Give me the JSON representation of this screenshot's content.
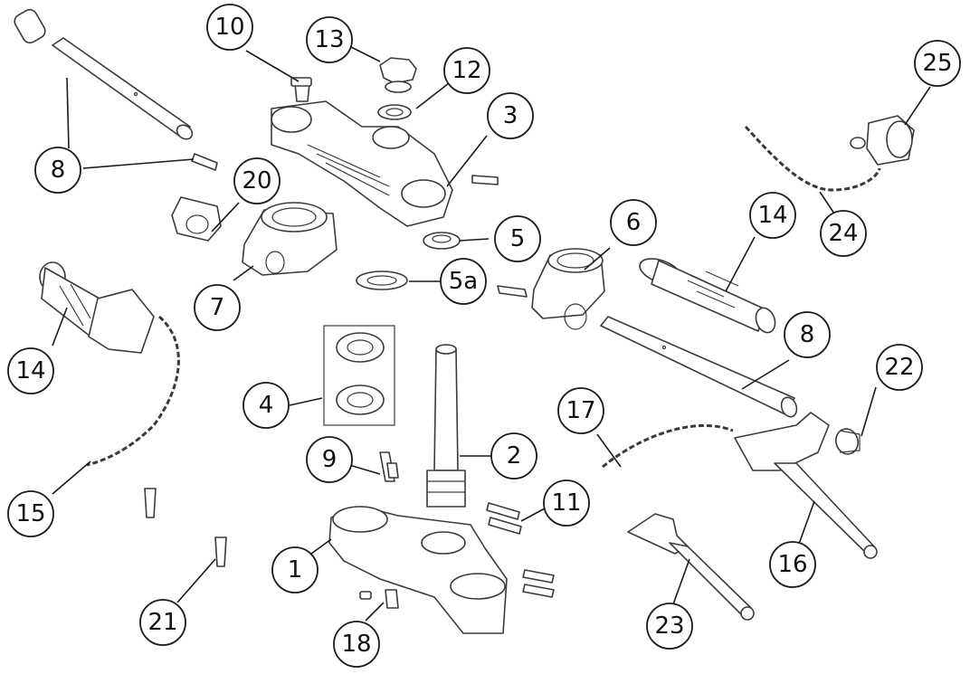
{
  "callouts": [
    {
      "id": "c1",
      "label": "1"
    },
    {
      "id": "c2",
      "label": "2"
    },
    {
      "id": "c3",
      "label": "3"
    },
    {
      "id": "c4",
      "label": "4"
    },
    {
      "id": "c5",
      "label": "5"
    },
    {
      "id": "c5a",
      "label": "5a"
    },
    {
      "id": "c6",
      "label": "6"
    },
    {
      "id": "c7",
      "label": "7"
    },
    {
      "id": "c8a",
      "label": "8"
    },
    {
      "id": "c8b",
      "label": "8"
    },
    {
      "id": "c9",
      "label": "9"
    },
    {
      "id": "c10",
      "label": "10"
    },
    {
      "id": "c11",
      "label": "11"
    },
    {
      "id": "c12",
      "label": "12"
    },
    {
      "id": "c13",
      "label": "13"
    },
    {
      "id": "c14a",
      "label": "14"
    },
    {
      "id": "c14b",
      "label": "14"
    },
    {
      "id": "c15",
      "label": "15"
    },
    {
      "id": "c16",
      "label": "16"
    },
    {
      "id": "c17",
      "label": "17"
    },
    {
      "id": "c18",
      "label": "18"
    },
    {
      "id": "c20",
      "label": "20"
    },
    {
      "id": "c21",
      "label": "21"
    },
    {
      "id": "c22",
      "label": "22"
    },
    {
      "id": "c23",
      "label": "23"
    },
    {
      "id": "c24",
      "label": "24"
    },
    {
      "id": "c25",
      "label": "25"
    }
  ],
  "colors": {
    "line": "#3a3a3a",
    "callout_stroke": "#1a1a1a",
    "background": "#ffffff"
  }
}
